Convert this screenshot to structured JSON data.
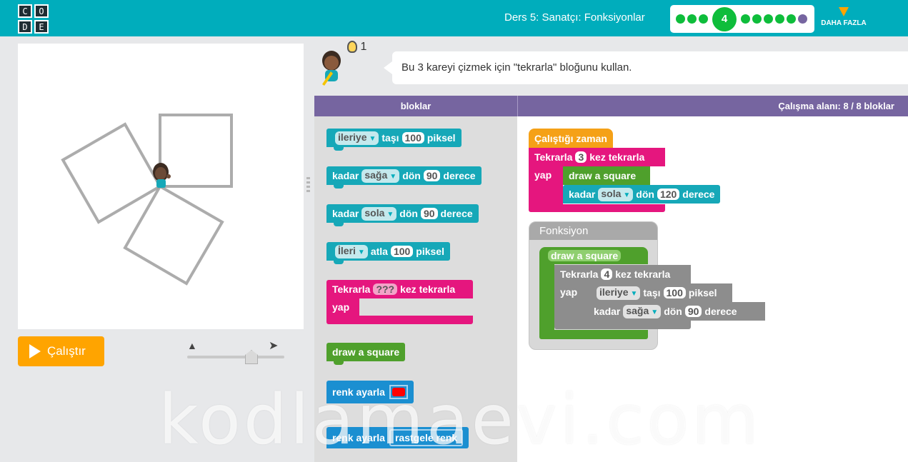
{
  "header": {
    "logo_letters": [
      "C",
      "O",
      "D",
      "E"
    ],
    "lesson_title": "Ders 5: Sanatçı: Fonksiyonlar",
    "current_level": "4",
    "more_label": "DAHA FAZLA",
    "bg_color": "#00adbc",
    "accent_color": "#0ebd3b"
  },
  "instructions": {
    "hint_count": "1",
    "text": "Bu 3 kareyi çizmek için \"tekrarla\" bloğunu kullan."
  },
  "controls": {
    "run_label": "Çalıştır",
    "speed_slow_icon": "turtle-icon",
    "speed_fast_icon": "rabbit-icon"
  },
  "workspace_header": {
    "toolbox_title": "bloklar",
    "workspace_count": "Çalışma alanı: 8 / 8 bloklar"
  },
  "toolbox": {
    "move": {
      "direction": "ileriye",
      "verb": "taşı",
      "value": "100",
      "unit": "piksel"
    },
    "turn_right": {
      "prefix": "kadar",
      "direction": "sağa",
      "verb": "dön",
      "value": "90",
      "unit": "derece"
    },
    "turn_left": {
      "prefix": "kadar",
      "direction": "sola",
      "verb": "dön",
      "value": "90",
      "unit": "derece"
    },
    "jump": {
      "direction": "İleri",
      "verb": "atla",
      "value": "100",
      "unit": "piksel"
    },
    "repeat": {
      "label": "Tekrarla",
      "value": "???",
      "suffix": "kez tekrarla",
      "do": "yap"
    },
    "function_call": "draw a square",
    "color_set": {
      "label": "renk ayarla",
      "color": "#ff0000"
    },
    "color_random": {
      "label": "renk ayarla",
      "value": "rastgele renk"
    }
  },
  "program": {
    "when_run": "Çalıştığı zaman",
    "repeat": {
      "label": "Tekrarla",
      "value": "3",
      "suffix": "kez tekrarla",
      "do": "yap"
    },
    "call": "draw a square",
    "turn": {
      "prefix": "kadar",
      "direction": "sola",
      "verb": "dön",
      "value": "120",
      "unit": "derece"
    }
  },
  "function_def": {
    "header": "Fonksiyon",
    "name": "draw a square",
    "repeat": {
      "label": "Tekrarla",
      "value": "4",
      "suffix": "kez tekrarla",
      "do": "yap"
    },
    "move": {
      "direction": "ileriye",
      "verb": "taşı",
      "value": "100",
      "unit": "piksel"
    },
    "turn": {
      "prefix": "kadar",
      "direction": "sağa",
      "verb": "dön",
      "value": "90",
      "unit": "derece"
    }
  },
  "watermark": "kodlamaevi.com"
}
